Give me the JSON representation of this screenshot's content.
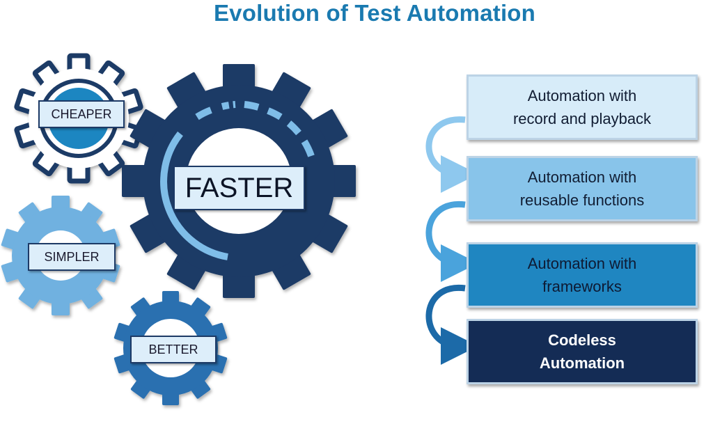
{
  "title": "Evolution of Test Automation",
  "gears": {
    "cheaper": "CHEAPER",
    "faster": "FASTER",
    "simpler": "SIMPLER",
    "better": "BETTER"
  },
  "steps": [
    {
      "line1": "Automation with",
      "line2": "record and playback"
    },
    {
      "line1": "Automation with",
      "line2": "reusable functions"
    },
    {
      "line1": "Automation with",
      "line2": "frameworks"
    },
    {
      "line1": "Codeless",
      "line2": "Automation"
    }
  ],
  "colors": {
    "title": "#1a7ab0",
    "navy": "#1d3a66",
    "blue": "#1f86c1",
    "light_blue": "#88c4ea",
    "pale_blue": "#d7ecf9",
    "dark_navy": "#142c55"
  }
}
